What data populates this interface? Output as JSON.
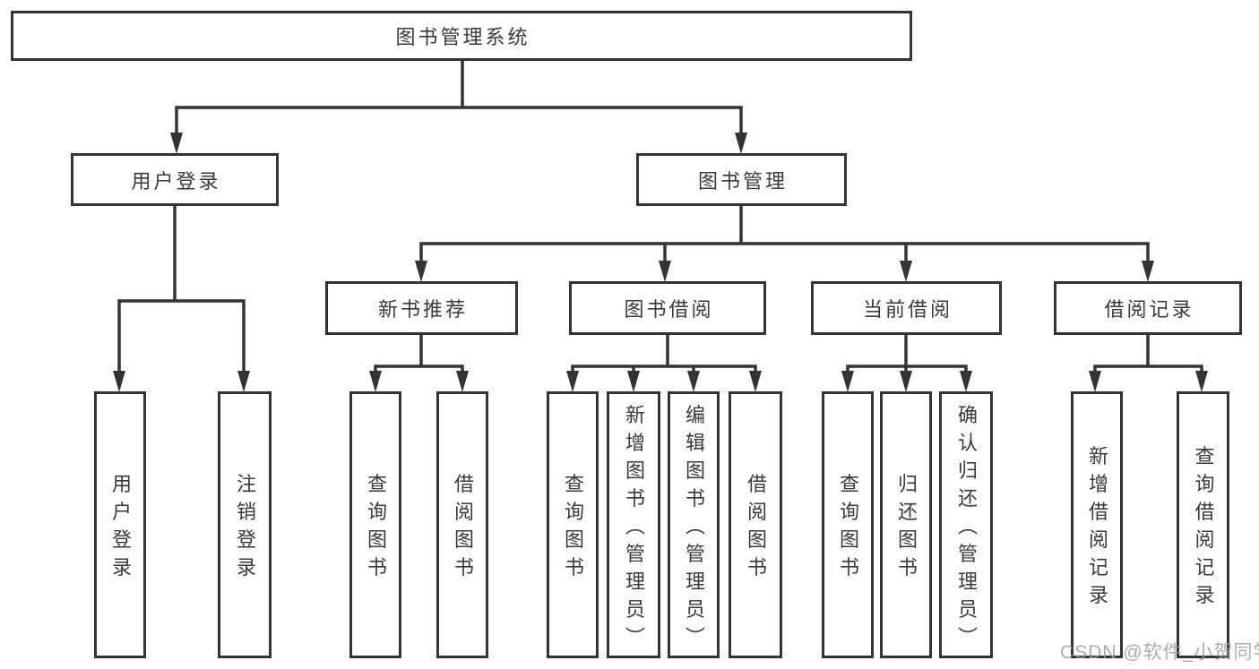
{
  "tree": {
    "root": {
      "label": "图书管理系统"
    },
    "branches": [
      {
        "label": "用户登录",
        "children": [
          {
            "label": "用户登录"
          },
          {
            "label": "注销登录"
          }
        ]
      },
      {
        "label": "图书管理",
        "children": [
          {
            "label": "新书推荐",
            "children": [
              {
                "label": "查询图书"
              },
              {
                "label": "借阅图书"
              }
            ]
          },
          {
            "label": "图书借阅",
            "children": [
              {
                "label": "查询图书"
              },
              {
                "label": "新增图书（管理员）"
              },
              {
                "label": "编辑图书（管理员）"
              },
              {
                "label": "借阅图书"
              }
            ]
          },
          {
            "label": "当前借阅",
            "children": [
              {
                "label": "查询图书"
              },
              {
                "label": "归还图书"
              },
              {
                "label": "确认归还（管理员）"
              }
            ]
          },
          {
            "label": "借阅记录",
            "children": [
              {
                "label": "新增借阅记录"
              },
              {
                "label": "查询借阅记录"
              }
            ]
          }
        ]
      }
    ]
  },
  "watermark": {
    "text": "CSDN @软件_小贺同学"
  },
  "colors": {
    "line": "#343434",
    "text": "#3a3a3a",
    "box_fill": "#ffffff",
    "background": "#ffffff",
    "watermark": "#9e9e9e"
  }
}
